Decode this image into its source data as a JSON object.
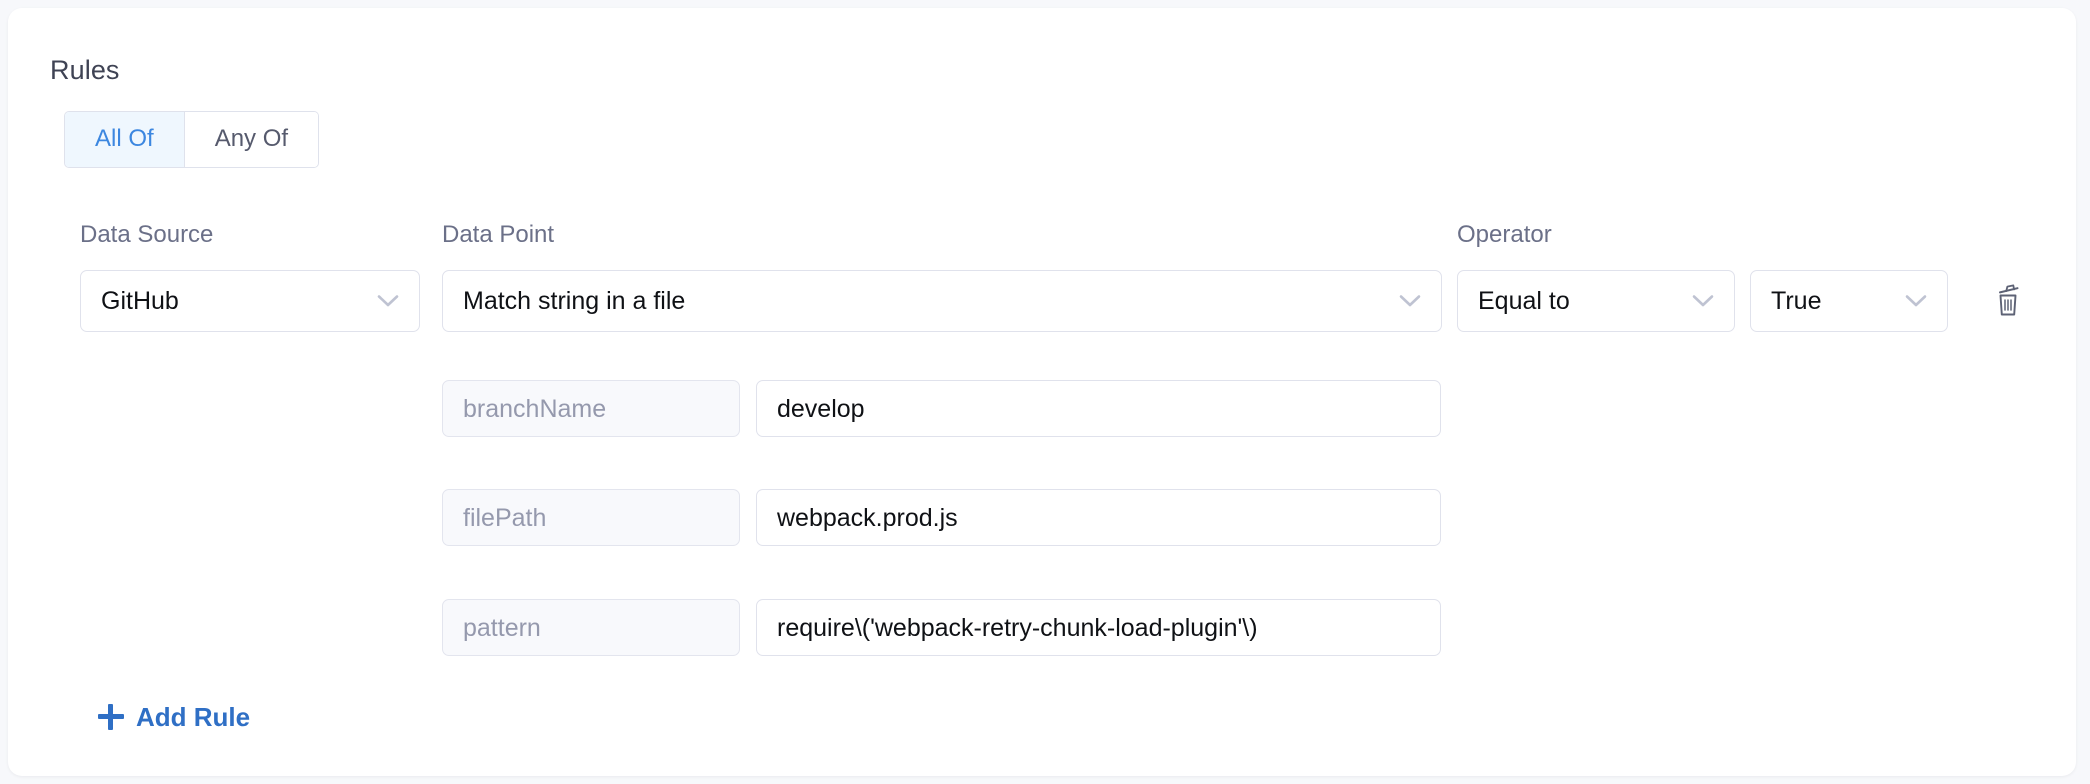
{
  "panel": {
    "title": "Rules"
  },
  "match_toggle": {
    "options": [
      {
        "label": "All Of",
        "active": true
      },
      {
        "label": "Any Of",
        "active": false
      }
    ]
  },
  "columns": {
    "data_source_label": "Data Source",
    "data_point_label": "Data Point",
    "operator_label": "Operator"
  },
  "rule": {
    "data_source": "GitHub",
    "data_point": "Match string in a file",
    "operator": "Equal to",
    "operand": "True",
    "delete_icon": "trash-icon",
    "chevron_icon": "chevron-down-icon",
    "parameters": [
      {
        "key": "branchName",
        "value": "develop"
      },
      {
        "key": "filePath",
        "value": "webpack.prod.js"
      },
      {
        "key": "pattern",
        "value": "require\\('webpack-retry-chunk-load-plugin'\\)"
      }
    ]
  },
  "actions": {
    "add_rule_label": "Add Rule",
    "add_rule_icon": "plus-icon"
  },
  "colors": {
    "accent": "#2f6fc5",
    "toggle_active_bg": "#eff7fe",
    "toggle_active_text": "#3c87e0",
    "label_text": "#6b7088",
    "border": "#e0e2ec",
    "key_field_bg": "#f8f9fc",
    "page_bg": "#f7f8fb"
  }
}
